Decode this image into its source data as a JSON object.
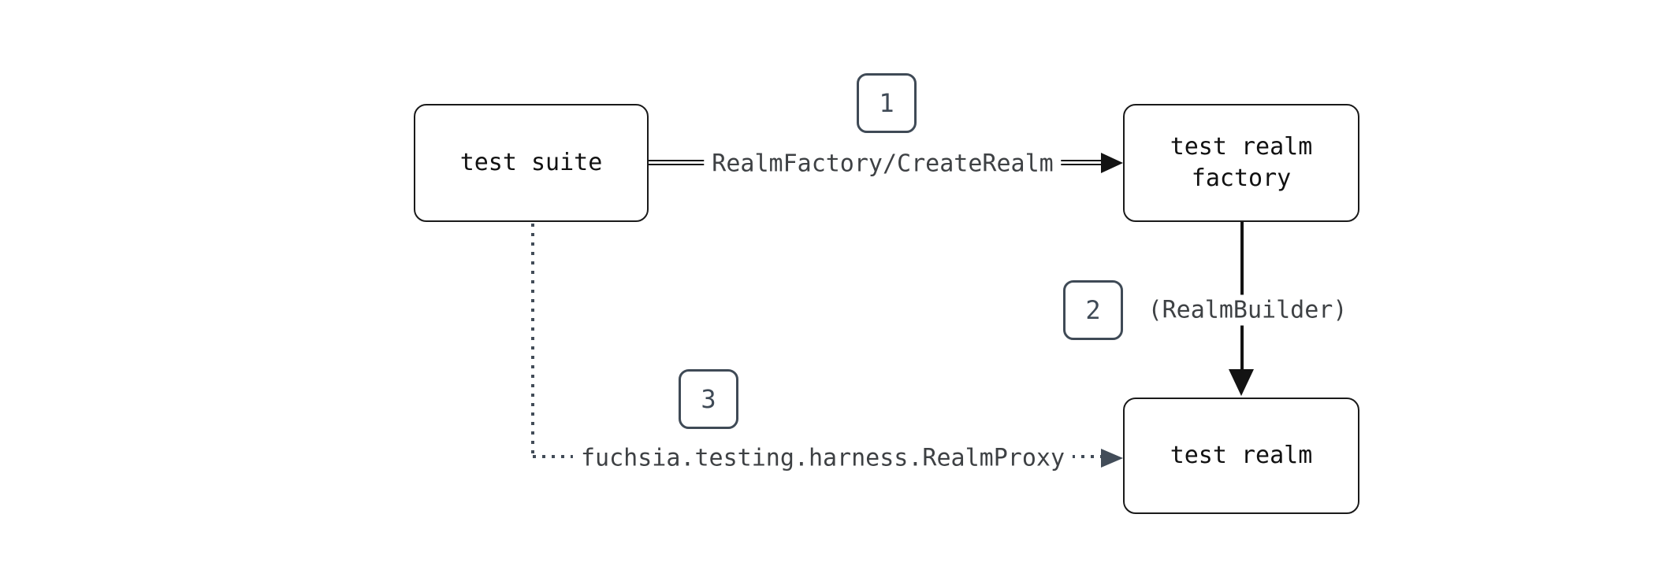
{
  "diagram": {
    "nodes": [
      {
        "id": "test-suite",
        "label": "test suite"
      },
      {
        "id": "test-realm-factory",
        "label": "test realm\nfactory"
      },
      {
        "id": "test-realm",
        "label": "test realm"
      }
    ],
    "edges": [
      {
        "number": "1",
        "label": "RealmFactory/CreateRealm",
        "style": "solid-double",
        "from": "test-suite",
        "to": "test-realm-factory",
        "direction": "right"
      },
      {
        "number": "2",
        "label": "(RealmBuilder)",
        "style": "solid",
        "from": "test-realm-factory",
        "to": "test-realm",
        "direction": "down"
      },
      {
        "number": "3",
        "label": "fuchsia.testing.harness.RealmProxy",
        "style": "dotted",
        "from": "test-suite",
        "to": "test-realm",
        "direction": "right"
      }
    ],
    "colors": {
      "background": "#ffffff",
      "node_border": "#1a1a1a",
      "node_text": "#111111",
      "solid_edge": "#131313",
      "dotted_edge": "#424c58",
      "edge_label_text": "#3e4144",
      "badge_accent": "#3f4a56"
    }
  }
}
